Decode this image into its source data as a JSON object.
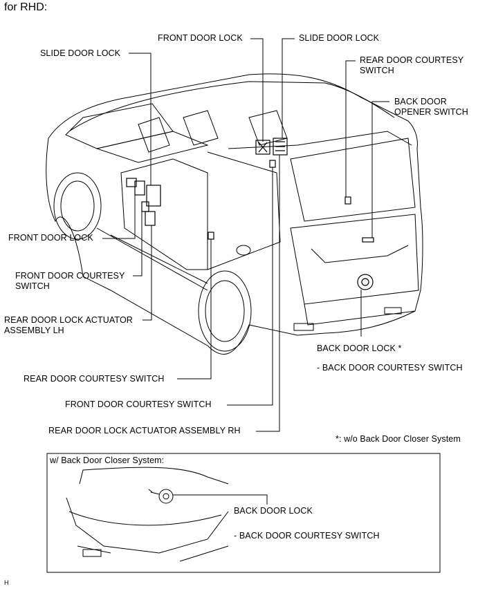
{
  "header": {
    "title": "for RHD:"
  },
  "labels": {
    "front_door_lock_top": "FRONT DOOR LOCK",
    "slide_door_lock_top": "SLIDE DOOR LOCK",
    "slide_door_lock_left": "SLIDE DOOR LOCK",
    "rear_door_courtesy_switch_top": "REAR DOOR COURTESY\nSWITCH",
    "back_door_opener_switch": "BACK DOOR\nOPENER SWITCH",
    "front_door_lock_left": "FRONT DOOR LOCK",
    "front_door_courtesy_switch_left": "FRONT DOOR COURTESY\nSWITCH",
    "rear_door_lock_actuator_lh": "REAR DOOR LOCK ACTUATOR\nASSEMBLY LH",
    "back_door_lock": "BACK DOOR LOCK *",
    "back_door_courtesy_switch": "- BACK DOOR COURTESY SWITCH",
    "rear_door_courtesy_switch_bottom": "REAR DOOR COURTESY SWITCH",
    "front_door_courtesy_switch_bottom": "FRONT DOOR COURTESY SWITCH",
    "rear_door_lock_actuator_rh": "REAR DOOR LOCK ACTUATOR ASSEMBLY RH"
  },
  "footnote": "*: w/o Back Door Closer System",
  "inset": {
    "heading": "w/ Back Door Closer System:",
    "back_door_lock": "BACK DOOR LOCK",
    "back_door_courtesy_switch": "- BACK DOOR COURTESY SWITCH"
  },
  "corner_mark": "H"
}
